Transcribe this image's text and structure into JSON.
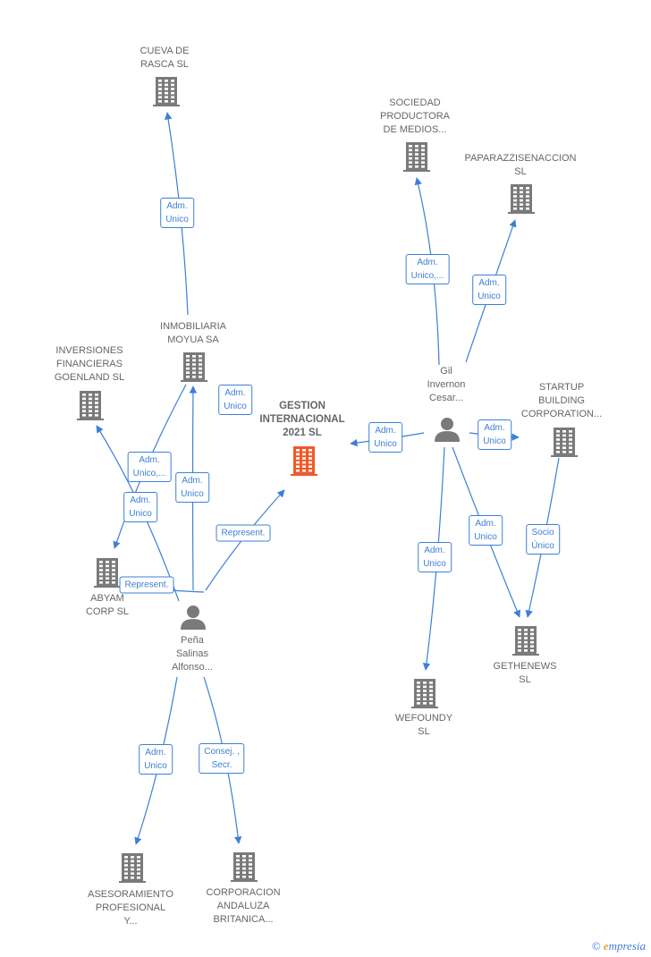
{
  "colors": {
    "edge": "#3d7fd6",
    "node": "#7a7a7a",
    "center": "#f05a28"
  },
  "nodes": {
    "cueva": {
      "label": [
        "CUEVA DE",
        "RASCA  SL"
      ],
      "icon": "building-icon"
    },
    "inmobiliaria": {
      "label": [
        "INMOBILIARIA",
        "MOYUA SA"
      ],
      "icon": "building-icon"
    },
    "inversiones": {
      "label": [
        "INVERSIONES",
        "FINANCIERAS",
        "GOENLAND  SL"
      ],
      "icon": "building-icon"
    },
    "gestion": {
      "label": [
        "GESTION",
        "INTERNACIONAL",
        "2021  SL"
      ],
      "icon": "building-icon"
    },
    "abyam": {
      "label": [
        "ABYAM",
        "CORP  SL"
      ],
      "icon": "building-icon"
    },
    "pena": {
      "label": [
        "Peña",
        "Salinas",
        "Alfonso..."
      ],
      "icon": "person-icon"
    },
    "asesoramiento": {
      "label": [
        "ASESORAMIENTO",
        "PROFESIONAL",
        "Y..."
      ],
      "icon": "building-icon"
    },
    "corporacion": {
      "label": [
        "CORPORACION",
        "ANDALUZA",
        "BRITANICA..."
      ],
      "icon": "building-icon"
    },
    "sociedad": {
      "label": [
        "SOCIEDAD",
        "PRODUCTORA",
        "DE MEDIOS..."
      ],
      "icon": "building-icon"
    },
    "paparazzi": {
      "label": [
        "PAPARAZZISENACCION",
        "SL"
      ],
      "icon": "building-icon"
    },
    "gil": {
      "label": [
        "Gil",
        "Invernon",
        "Cesar..."
      ],
      "icon": "person-icon"
    },
    "startup": {
      "label": [
        "STARTUP",
        "BUILDING",
        "CORPORATION..."
      ],
      "icon": "building-icon"
    },
    "gethenews": {
      "label": [
        "GETHENEWS",
        "SL"
      ],
      "icon": "building-icon"
    },
    "wefoundy": {
      "label": [
        "WEFOUNDY",
        "SL"
      ],
      "icon": "building-icon"
    }
  },
  "edges": [
    {
      "from": "inmobiliaria",
      "to": "cueva",
      "label": [
        "Adm.",
        "Unico"
      ]
    },
    {
      "from": "pena",
      "to": "inmobiliaria",
      "label": [
        "Adm.",
        "Unico"
      ]
    },
    {
      "from": "pena",
      "to": "inversiones",
      "label": [
        "Adm.",
        "Unico"
      ]
    },
    {
      "from": "inmobiliaria",
      "to": "abyam",
      "label": [
        "Adm.",
        "Unico,..."
      ]
    },
    {
      "from": "pena",
      "to": "gestion",
      "label": [
        "Represent."
      ]
    },
    {
      "from": "pena",
      "to": "abyam",
      "label": [
        "Represent."
      ]
    },
    {
      "from": "pena",
      "to": "asesoramiento",
      "label": [
        "Adm.",
        "Unico"
      ]
    },
    {
      "from": "pena",
      "to": "corporacion",
      "label": [
        "Consej. ,",
        "Secr."
      ]
    },
    {
      "from": "gil",
      "to": "sociedad",
      "label": [
        "Adm.",
        "Unico,..."
      ]
    },
    {
      "from": "gil",
      "to": "paparazzi",
      "label": [
        "Adm.",
        "Unico"
      ]
    },
    {
      "from": "gil",
      "to": "gestion",
      "label": [
        "Adm.",
        "Unico"
      ]
    },
    {
      "from": "gil",
      "to": "startup",
      "label": [
        "Adm.",
        "Unico"
      ]
    },
    {
      "from": "gil",
      "to": "gethenews",
      "label": [
        "Adm.",
        "Unico"
      ]
    },
    {
      "from": "startup",
      "to": "gethenews",
      "label": [
        "Socio",
        "Único"
      ]
    },
    {
      "from": "gil",
      "to": "wefoundy",
      "label": [
        "Adm.",
        "Unico"
      ]
    },
    {
      "from": "inmobiliaria",
      "to": "pena",
      "label": [
        "Adm.",
        "Unico"
      ]
    }
  ],
  "watermark": {
    "symbol": "©",
    "brand_first": "e",
    "brand_rest": "mpresia"
  }
}
